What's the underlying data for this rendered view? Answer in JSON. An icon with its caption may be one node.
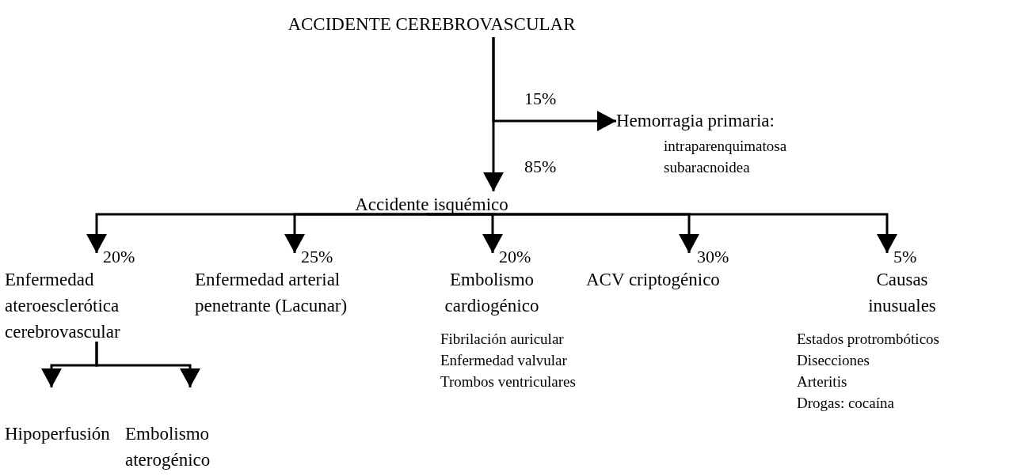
{
  "diagram": {
    "nodes": [
      {
        "text": [
          "ACCIDENTE CEREBROVASCULAR"
        ]
      },
      {
        "text": [
          "Hemorragia primaria:",
          "intraparenquimatosa",
          "subaracnoidea"
        ]
      },
      {
        "text": [
          "Accidente isquémico"
        ]
      },
      {
        "text": [
          "Enfermedad ateroesclerótica cerebrovascular"
        ]
      },
      {
        "text": [
          "Enfermedad arterial penetrante (Lacunar)"
        ]
      },
      {
        "text": [
          "Embolismo cardiogénico",
          "Fibrilación auricular",
          "Enfermedad valvular",
          "Trombos ventriculares"
        ]
      },
      {
        "text": [
          "ACV criptogénico"
        ]
      },
      {
        "text": [
          "Causas inusuales",
          "Estados protrombóticos",
          "Disecciones",
          "Arteritis",
          "Drogas: cocaína"
        ]
      },
      {
        "text": [
          "Hipoperfusión"
        ]
      },
      {
        "text": [
          "Embolismo aterogénico"
        ]
      }
    ],
    "edges": [
      {
        "from": 0,
        "to": 1,
        "arrow": "to",
        "label": "15%"
      },
      {
        "from": 0,
        "to": 2,
        "arrow": "to",
        "label": "85%"
      },
      {
        "from": 2,
        "to": 3,
        "arrow": "to",
        "label": "20%"
      },
      {
        "from": 2,
        "to": 4,
        "arrow": "to",
        "label": "25%"
      },
      {
        "from": 2,
        "to": 5,
        "arrow": "to",
        "label": "20%"
      },
      {
        "from": 2,
        "to": 6,
        "arrow": "to",
        "label": "30%"
      },
      {
        "from": 2,
        "to": 7,
        "arrow": "to",
        "label": "5%"
      },
      {
        "from": 3,
        "to": 8,
        "arrow": "to"
      },
      {
        "from": 3,
        "to": 9,
        "arrow": "to"
      }
    ]
  }
}
